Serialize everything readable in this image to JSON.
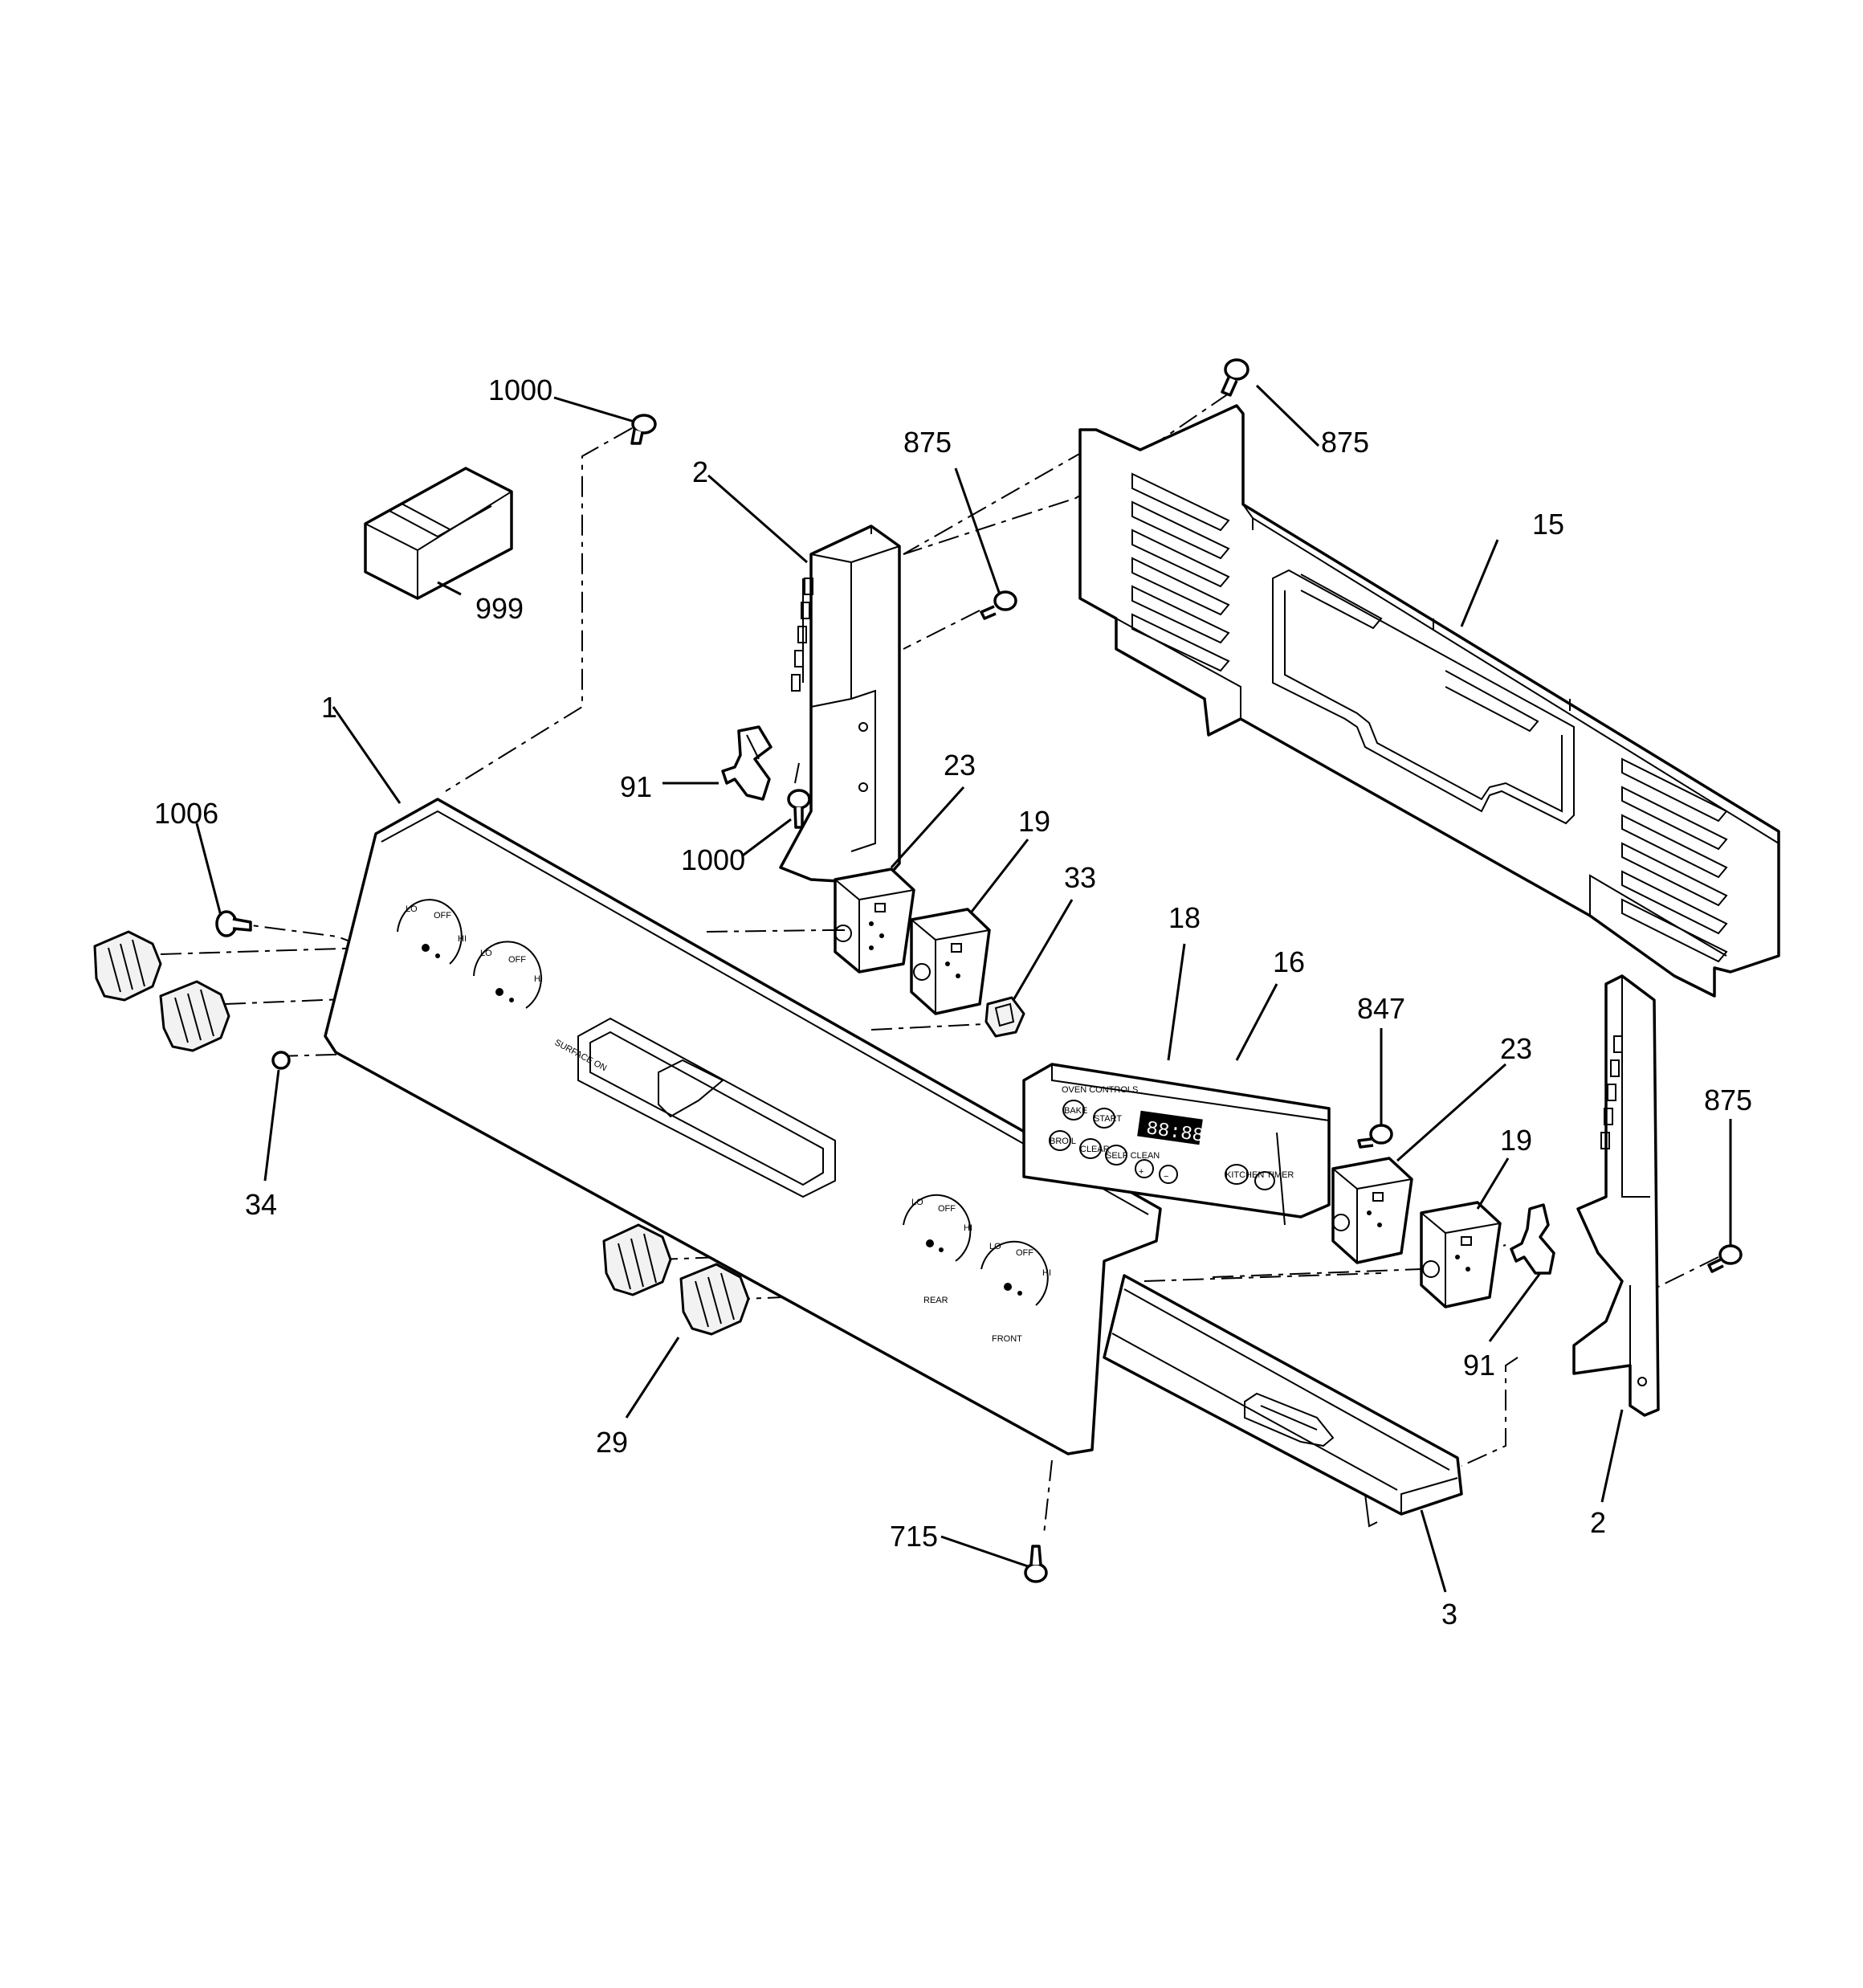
{
  "callouts": {
    "c1000a": "1000",
    "c999": "999",
    "c2a": "2",
    "c875a": "875",
    "c875b": "875",
    "c15": "15",
    "c1": "1",
    "c91a": "91",
    "c1000b": "1000",
    "c1006": "1006",
    "c23a": "23",
    "c19a": "19",
    "c33": "33",
    "c18": "18",
    "c16": "16",
    "c847": "847",
    "c23b": "23",
    "c19b": "19",
    "c875c": "875",
    "c34": "34",
    "c29": "29",
    "c91b": "91",
    "c2b": "2",
    "c715": "715",
    "c3": "3"
  },
  "panel_labels": {
    "off1": "OFF",
    "lo1": "LO",
    "hi1": "HI",
    "off2": "OFF",
    "lo2": "LO",
    "hi2": "HI",
    "off3": "OFF",
    "lo3": "LO",
    "hi3": "HI",
    "off4": "OFF",
    "lo4": "LO",
    "hi4": "HI",
    "surface_on": "SURFACE ON",
    "front": "FRONT",
    "rear": "REAR"
  },
  "control_panel": {
    "header": "OVEN CONTROLS",
    "bake": "BAKE",
    "start": "START",
    "broil": "BROIL",
    "clear": "CLEAR",
    "self_clean": "SELF CLEAN",
    "timer": "KITCHEN TIMER",
    "display": "88:88",
    "plus": "+",
    "minus": "−"
  }
}
